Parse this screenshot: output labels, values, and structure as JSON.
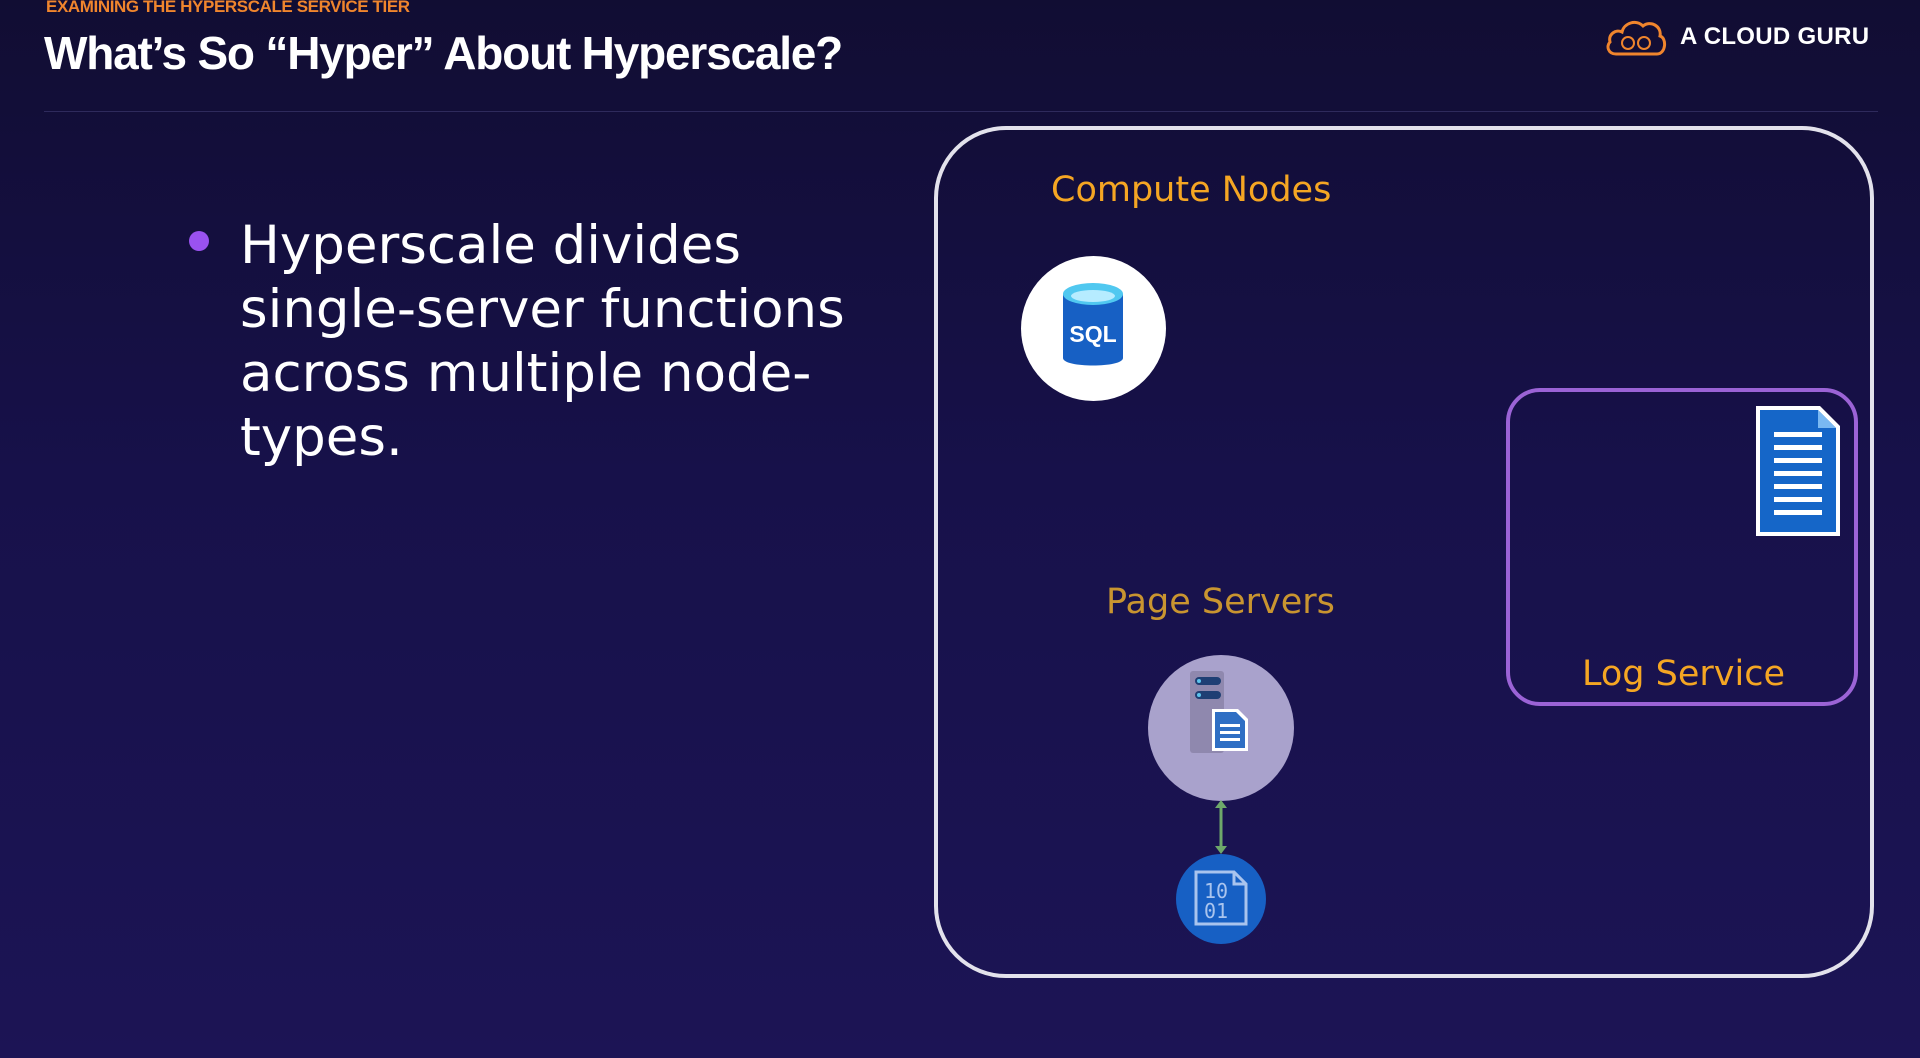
{
  "header": {
    "eyebrow": "EXAMINING THE HYPERSCALE SERVICE TIER",
    "title": "What’s So “Hyper” About Hyperscale?",
    "brand": "A CLOUD GURU",
    "brand_icon": "cloud-logo-icon"
  },
  "content": {
    "bullets": [
      "Hyperscale divides single-server functions across multiple node-types."
    ]
  },
  "diagram": {
    "compute_label": "Compute Nodes",
    "compute_icon": "sql-database-icon",
    "compute_icon_text": "SQL",
    "page_label": "Page Servers",
    "page_icon": "page-server-icon",
    "log_label": "Log Service",
    "log_icon": "document-icon",
    "storage_icon": "binary-file-icon",
    "storage_icon_text": [
      "10",
      "01"
    ],
    "arrow_icon": "double-arrow-icon"
  },
  "colors": {
    "accent_orange": "#f0852d",
    "label_orange": "#f5a623",
    "bullet_purple": "#9a52f0",
    "log_border": "#9b63d6",
    "azure_blue": "#1760c4",
    "arrow_green": "#6ea86a"
  }
}
